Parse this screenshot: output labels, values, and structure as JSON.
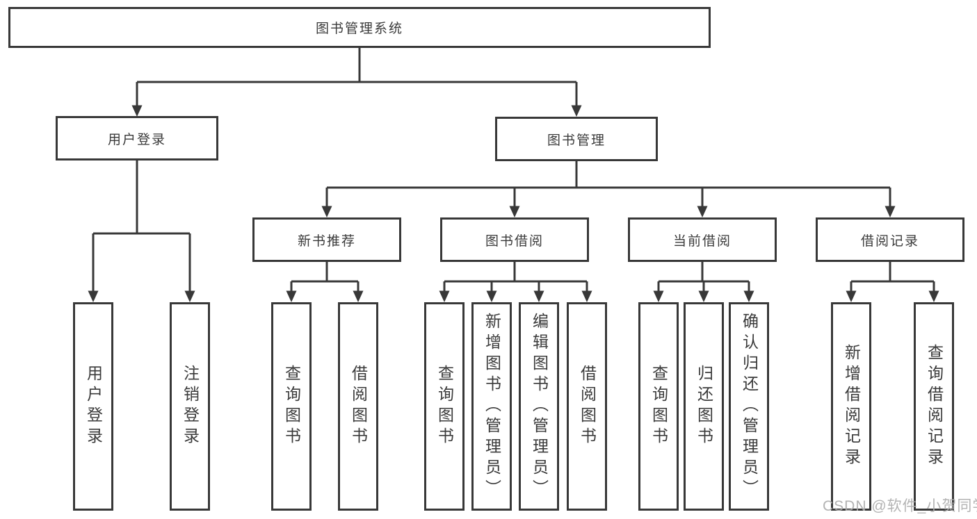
{
  "diagram": {
    "title": "图书管理系统",
    "tree": {
      "root": "图书管理系统",
      "branches": [
        {
          "label": "用户登录",
          "children": [
            "用户登录",
            "注销登录"
          ]
        },
        {
          "label": "图书管理",
          "groups": [
            {
              "label": "新书推荐",
              "children": [
                "查询图书",
                "借阅图书"
              ]
            },
            {
              "label": "图书借阅",
              "children": [
                "查询图书",
                "新增图书（管理员）",
                "编辑图书（管理员）",
                "借阅图书"
              ]
            },
            {
              "label": "当前借阅",
              "children": [
                "查询图书",
                "归还图书",
                "确认归还（管理员）"
              ]
            },
            {
              "label": "借阅记录",
              "children": [
                "新增借阅记录",
                "查询借阅记录"
              ]
            }
          ]
        }
      ]
    }
  },
  "watermark": "CSDN @软件_小贺同学",
  "colors": {
    "line": "#383838",
    "box_border": "#383838",
    "text": "#3a3a3a",
    "background": "#ffffff",
    "watermark": "#acacac"
  }
}
